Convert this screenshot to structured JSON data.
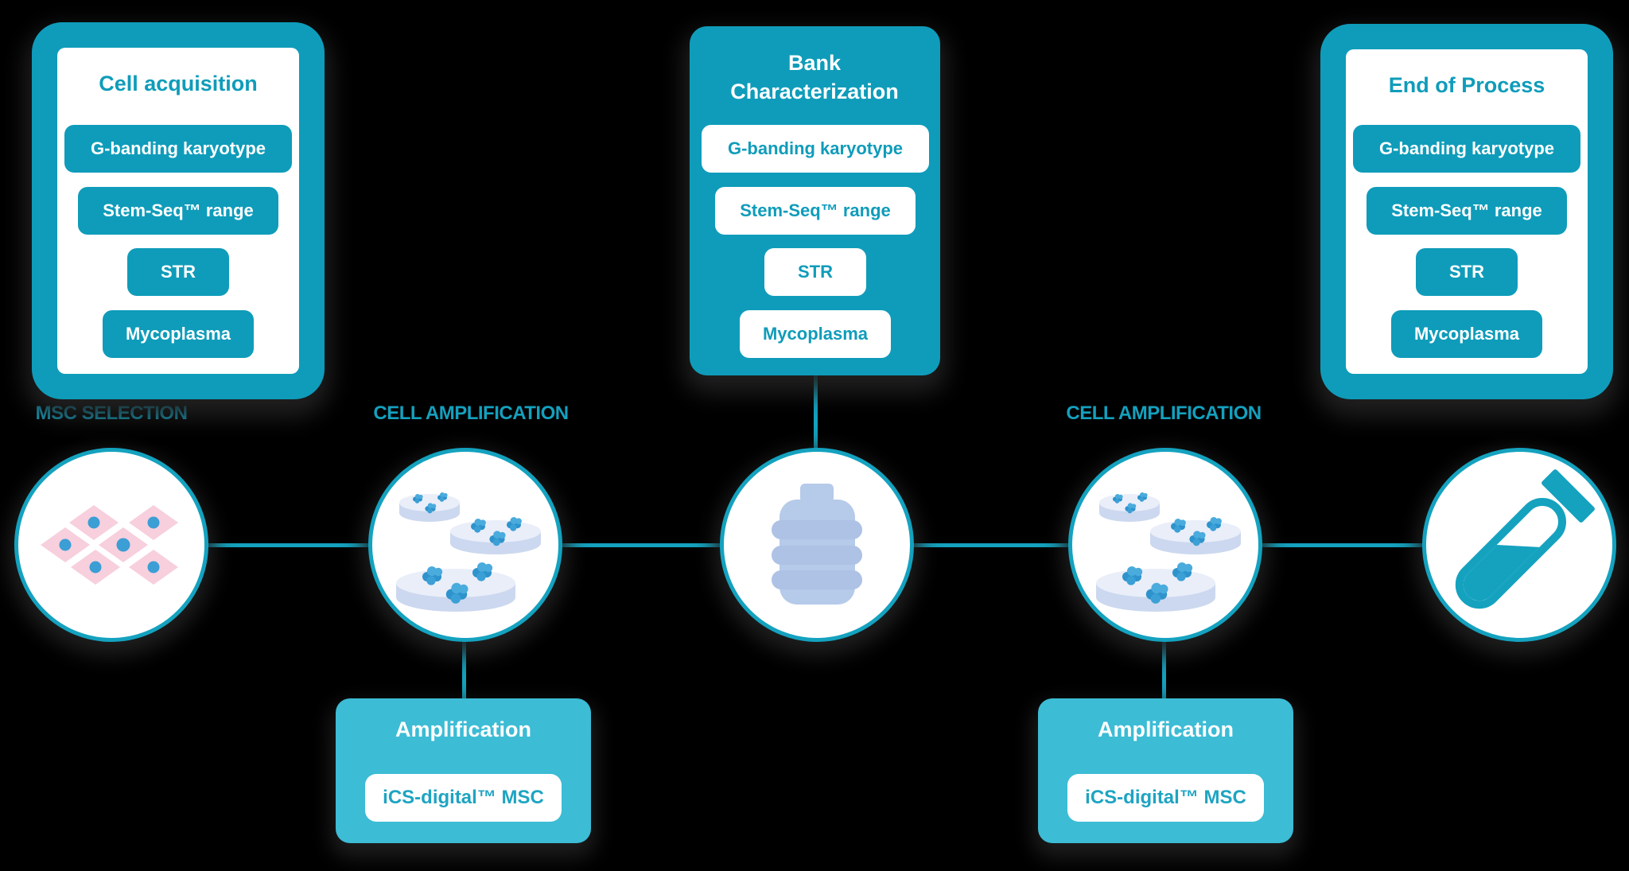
{
  "palette": {
    "teal": "#0f9cba",
    "teal_light": "#3cbcd5",
    "line_teal": "#14a2bf",
    "white": "#ffffff",
    "pink_cell": "#f7cfdd",
    "nucleus_blue": "#3b9ed5",
    "dish_blue": "#d0dbf0",
    "cluster_blue": "#2e93cc",
    "bottle_blue": "#b6cae9",
    "background": "#000000"
  },
  "cards": {
    "cell_acquisition": {
      "title": "Cell acquisition",
      "tests": [
        "G-banding karyotype",
        "Stem-Seq™ range",
        "STR",
        "Mycoplasma"
      ]
    },
    "bank_characterization": {
      "title": "Bank Characterization",
      "tests": [
        "G-banding karyotype",
        "Stem-Seq™ range",
        "STR",
        "Mycoplasma"
      ]
    },
    "end_of_process": {
      "title": "End of Process",
      "tests": [
        "G-banding karyotype",
        "Stem-Seq™ range",
        "STR",
        "Mycoplasma"
      ]
    }
  },
  "stage_labels": {
    "msc_selection": "MSC SELECTION",
    "cell_amplification_left": "CELL AMPLIFICATION",
    "cell_amplification_right": "CELL AMPLIFICATION"
  },
  "amplification": {
    "left": {
      "title": "Amplification",
      "button": "iCS-digital™ MSC"
    },
    "right": {
      "title": "Amplification",
      "button": "iCS-digital™ MSC"
    }
  },
  "icons": {
    "circle_1": "msc-cells-icon",
    "circle_2": "petri-dishes-icon",
    "circle_3": "bio-bottle-icon",
    "circle_4": "petri-dishes-icon",
    "circle_5": "test-tube-icon"
  }
}
